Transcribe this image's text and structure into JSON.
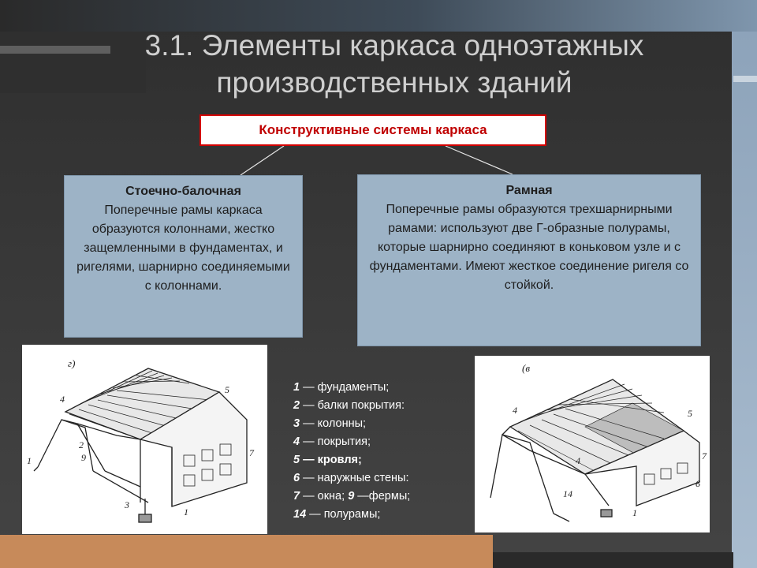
{
  "slide": {
    "title": "3.1. Элементы каркаса одноэтажных производственных зданий",
    "header": "Конструктивные системы каркаса"
  },
  "panels": [
    {
      "title": "Стоечно-балочная",
      "text": "Поперечные рамы каркаса образуются колоннами, жестко защемленными в фундаментах, и ригелями, шарнирно соединяемыми с колоннами."
    },
    {
      "title": "Рамная",
      "text": "Поперечные рамы образуются трехшарнирными рамами: используют две Г-образные полурамы, которые шарнирно соединяют в коньковом узле и с фундаментами. Имеют жесткое соединение ригеля со стойкой."
    }
  ],
  "legend": [
    {
      "num": "1",
      "text": " — фундаменты;"
    },
    {
      "num": "2",
      "text": " — балки покрытия:"
    },
    {
      "num": "3",
      "text": " — колонны;"
    },
    {
      "num": "4",
      "text": " — покрытия;"
    },
    {
      "num": "5",
      "text": " — кровля;"
    },
    {
      "num": "6",
      "text": " — наружные стены:"
    },
    {
      "num": "7",
      "text": " — окна; ",
      "num2": "9",
      "text2": " —фермы;"
    },
    {
      "num": "14",
      "text": " — полурамы;"
    }
  ],
  "figures": {
    "left": {
      "label": "г)",
      "callouts": [
        "4",
        "5",
        "2",
        "9",
        "7",
        "3",
        "1",
        "1"
      ]
    },
    "right": {
      "label": "(в",
      "callouts": [
        "4",
        "5",
        "4",
        "7",
        "6",
        "14",
        "1"
      ]
    }
  },
  "colors": {
    "header_border": "#d40000",
    "header_text": "#c00000",
    "panel_fill": "#9db3c6",
    "accent_bar": "#c78a5a"
  }
}
